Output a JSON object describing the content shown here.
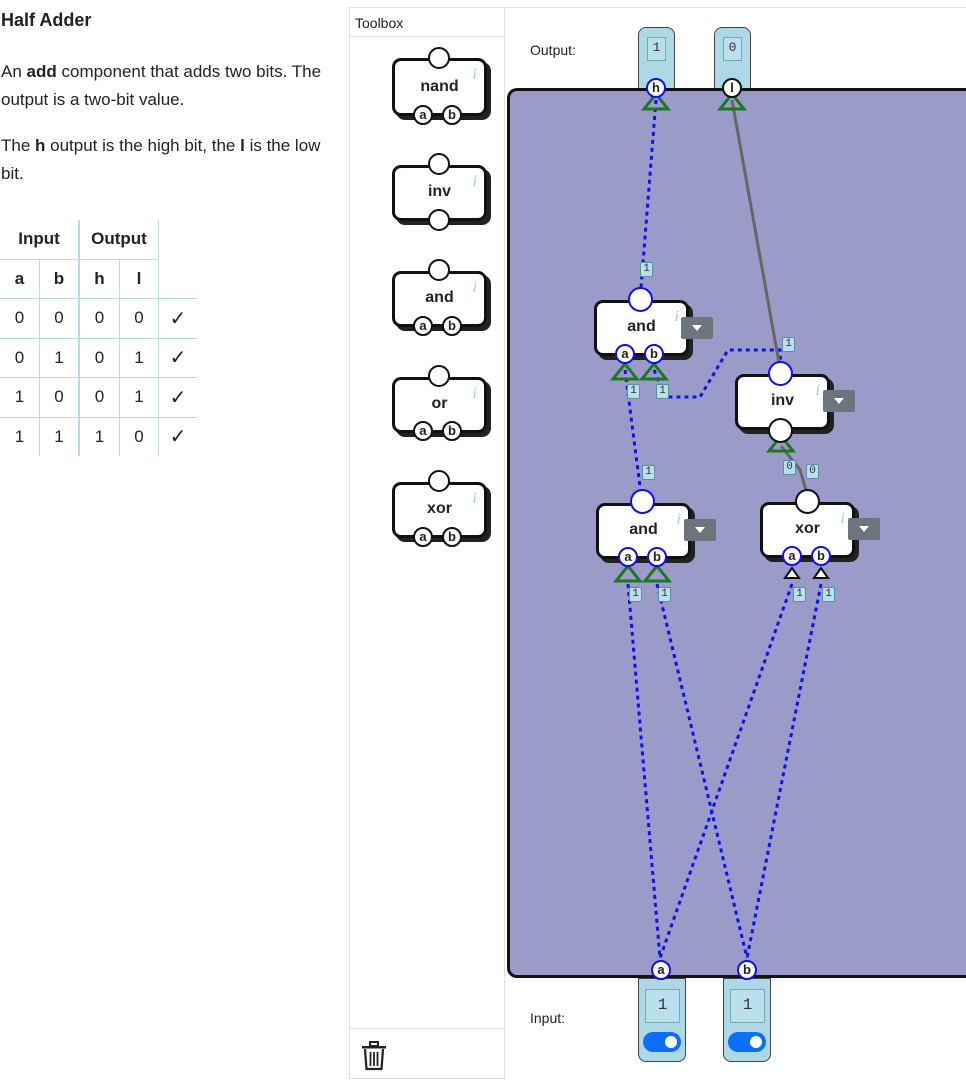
{
  "description": {
    "title": "Half Adder",
    "p1_a": "An ",
    "p1_b": "add",
    "p1_c": " component that adds two bits. The output is a two-bit value.",
    "p2_a": "The ",
    "p2_b": "h",
    "p2_c": " output is the high bit, the ",
    "p2_d": "l",
    "p2_e": " is the low bit."
  },
  "truth_table": {
    "group_headers": [
      "Input",
      "Output"
    ],
    "columns": [
      "a",
      "b",
      "h",
      "l"
    ],
    "rows": [
      [
        "0",
        "0",
        "0",
        "0"
      ],
      [
        "0",
        "1",
        "0",
        "1"
      ],
      [
        "1",
        "0",
        "0",
        "1"
      ],
      [
        "1",
        "1",
        "1",
        "0"
      ]
    ],
    "status": [
      "✓",
      "✓",
      "✓",
      "✓"
    ]
  },
  "toolbox": {
    "title": "Toolbox",
    "items": [
      {
        "name": "nand",
        "info": "i",
        "pins": [
          "a",
          "b"
        ]
      },
      {
        "name": "inv",
        "info": "i",
        "pins": []
      },
      {
        "name": "and",
        "info": "i",
        "pins": [
          "a",
          "b"
        ]
      },
      {
        "name": "or",
        "info": "i",
        "pins": [
          "a",
          "b"
        ]
      },
      {
        "name": "xor",
        "info": "i",
        "pins": [
          "a",
          "b"
        ]
      }
    ]
  },
  "canvas": {
    "output_label": "Output:",
    "input_label": "Input:",
    "outputs": [
      {
        "pin": "h",
        "value": "1"
      },
      {
        "pin": "l",
        "value": "0"
      }
    ],
    "inputs": [
      {
        "pin": "a",
        "value": "1",
        "toggle": "on"
      },
      {
        "pin": "b",
        "value": "1",
        "toggle": "on"
      }
    ],
    "components": [
      {
        "name": "and",
        "info": "i",
        "pins": [
          "a",
          "b"
        ]
      },
      {
        "name": "inv",
        "info": "i"
      },
      {
        "name": "and",
        "info": "i",
        "pins": [
          "a",
          "b"
        ]
      },
      {
        "name": "xor",
        "info": "i",
        "pins": [
          "a",
          "b"
        ]
      }
    ],
    "wire_values": {
      "and1_out": "1",
      "and1_a": "1",
      "and1_b": "1",
      "inv_in": "1",
      "inv_out_left": "0",
      "inv_out_right": "0",
      "and2_out": "1",
      "and2_a": "1",
      "and2_b": "1",
      "xor_a": "1",
      "xor_b": "1"
    },
    "colors": {
      "board": "#9a9bc9",
      "wire_high": "#1010ee",
      "wire_low": "#666666",
      "pin_triangle": "#1a7a1a"
    }
  }
}
